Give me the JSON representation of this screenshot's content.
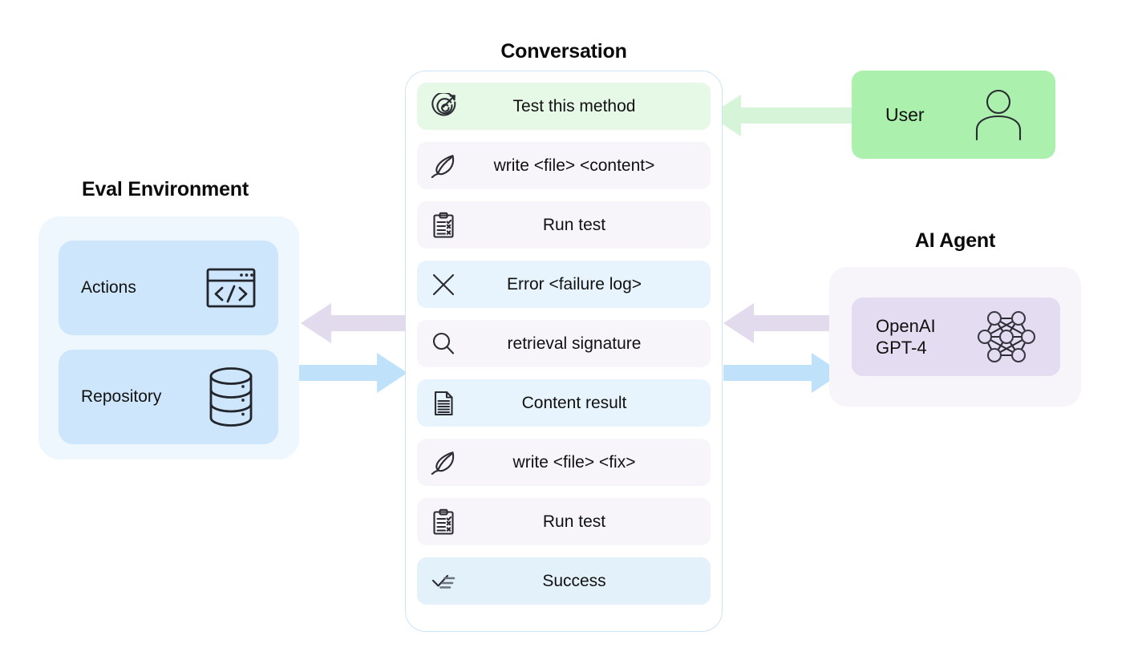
{
  "eval_environment": {
    "title": "Eval Environment",
    "panel_bg": "#eef7fe",
    "card_bg": "#cde6fb",
    "cards": [
      {
        "label": "Actions",
        "icon": "code-window-icon"
      },
      {
        "label": "Repository",
        "icon": "database-icon"
      }
    ]
  },
  "conversation": {
    "title": "Conversation",
    "border_color": "#cfe3f7",
    "messages": [
      {
        "label": "Test this method",
        "icon": "target-icon",
        "bg": "#e6f8e6"
      },
      {
        "label": "write <file> <content>",
        "icon": "quill-icon",
        "bg": "#f7f5f9"
      },
      {
        "label": "Run test",
        "icon": "clipboard-icon",
        "bg": "#f7f5f9"
      },
      {
        "label": "Error <failure log>",
        "icon": "x-icon",
        "bg": "#e8f4fd"
      },
      {
        "label": "retrieval signature",
        "icon": "search-icon",
        "bg": "#f7f5f9"
      },
      {
        "label": "Content result",
        "icon": "document-icon",
        "bg": "#e8f4fd"
      },
      {
        "label": "write <file> <fix>",
        "icon": "quill-icon",
        "bg": "#f7f5f9"
      },
      {
        "label": "Run test",
        "icon": "clipboard-icon",
        "bg": "#f7f5f9"
      },
      {
        "label": "Success",
        "icon": "task-done-icon",
        "bg": "#e3f1fb"
      }
    ]
  },
  "user": {
    "label": "User",
    "icon": "person-icon",
    "bg": "#abf0ac"
  },
  "ai_agent": {
    "title": "AI Agent",
    "panel_bg": "#f7f4fa",
    "card_bg": "#e4dcf0",
    "card_label": "OpenAI\nGPT-4",
    "icon": "neural-network-icon"
  },
  "arrows": {
    "user_to_conversation": {
      "direction": "left",
      "color": "#d6f5d8"
    },
    "agent_to_conversation": {
      "direction": "left",
      "color": "#e2daed"
    },
    "conversation_to_agent": {
      "direction": "right",
      "color": "#bfe2fa"
    },
    "conversation_to_eval": {
      "direction": "left",
      "color": "#e2daed"
    },
    "eval_to_conversation": {
      "direction": "right",
      "color": "#bfe2fa"
    }
  }
}
